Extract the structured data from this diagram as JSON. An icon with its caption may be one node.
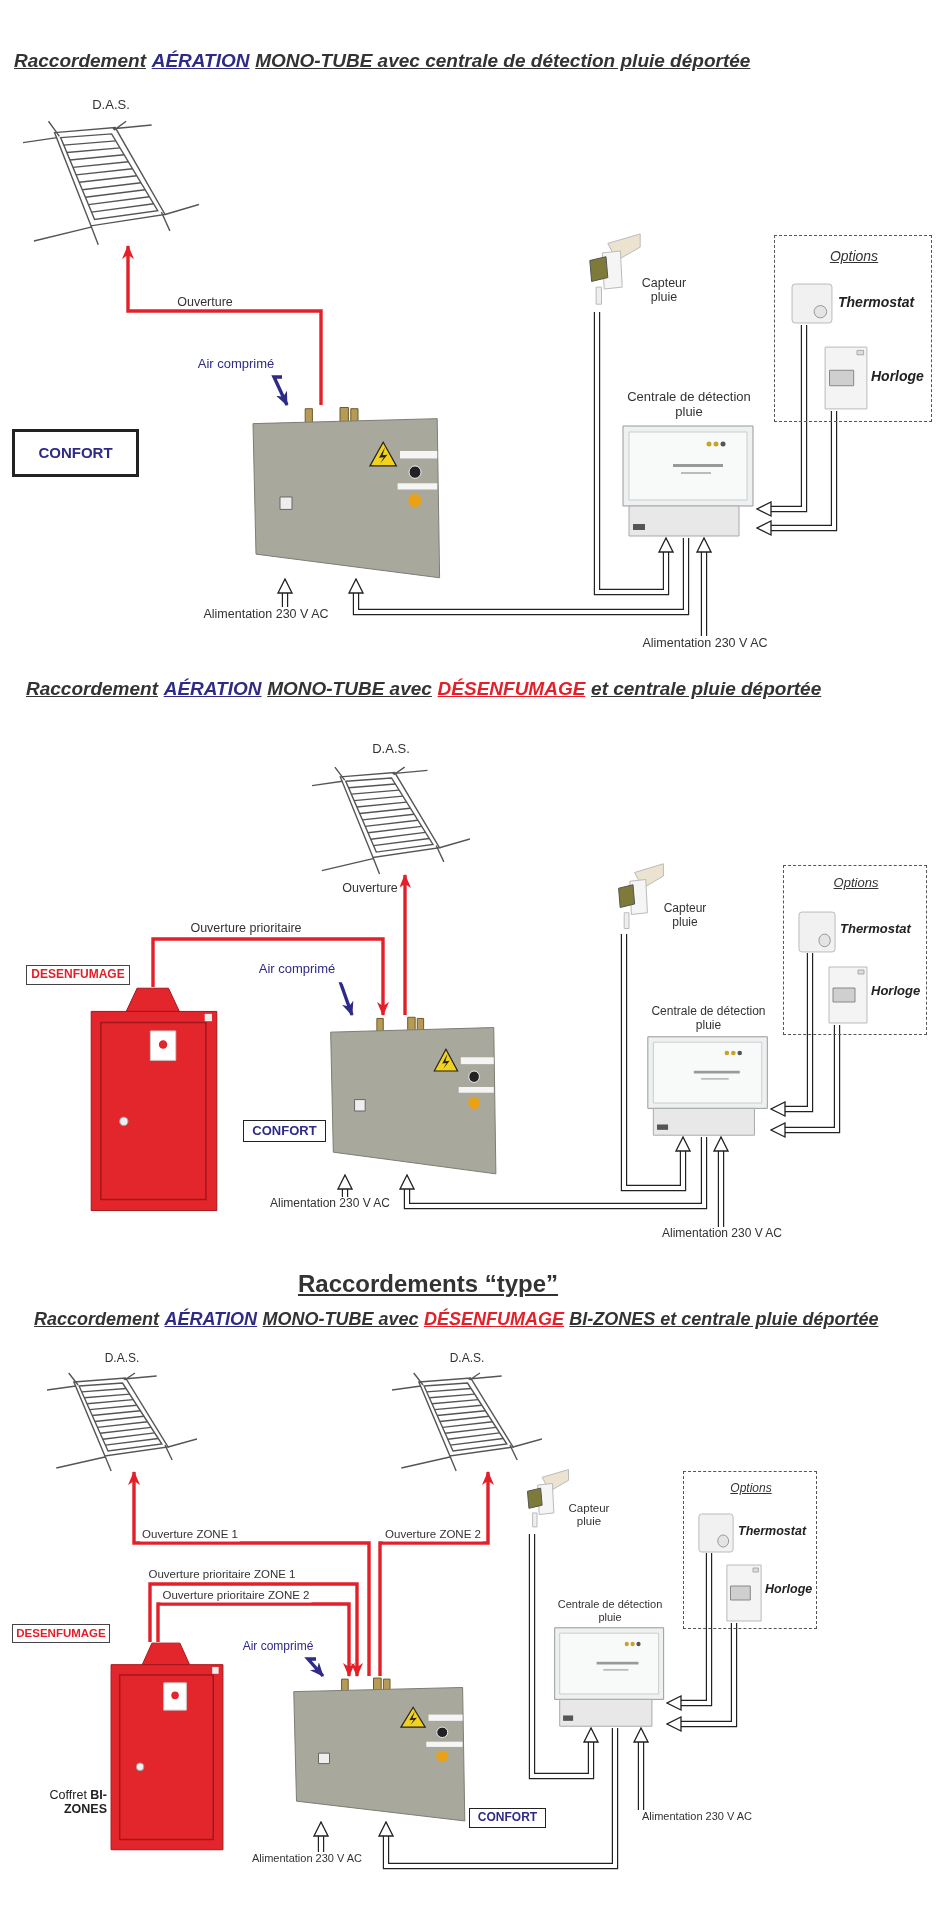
{
  "diagram": {
    "nodes": [
      {
        "text": [
          "D.A.S."
        ]
      },
      {
        "text": [
          "Air comprimé"
        ]
      },
      {
        "text": [],
        "shape": "picture"
      },
      {
        "text": [
          "CONFORT"
        ]
      },
      {
        "text": [
          "Capteur pluie"
        ]
      },
      {
        "text": [
          "Options"
        ]
      },
      {
        "text": [
          "Thermostat"
        ],
        "in": 5
      },
      {
        "text": [
          "Horloge"
        ],
        "in": 5
      },
      {
        "text": [
          "Centrale de détection pluie"
        ]
      },
      {
        "text": [
          "Alimentation 230 V AC"
        ]
      },
      {
        "text": [
          "Alimentation 230 V AC"
        ]
      },
      {
        "text": [
          "D.A.S."
        ]
      },
      {
        "text": [
          "DESENFUMAGE"
        ]
      },
      {
        "text": [],
        "shape": "picture"
      },
      {
        "text": [
          "Air comprimé"
        ]
      },
      {
        "text": [],
        "shape": "picture"
      },
      {
        "text": [
          "CONFORT"
        ]
      },
      {
        "text": [
          "Capteur pluie"
        ]
      },
      {
        "text": [
          "Options"
        ]
      },
      {
        "text": [
          "Thermostat"
        ],
        "in": 18
      },
      {
        "text": [
          "Horloge"
        ],
        "in": 18
      },
      {
        "text": [
          "Centrale de détection pluie"
        ]
      },
      {
        "text": [
          "Alimentation 230 V AC"
        ]
      },
      {
        "text": [
          "Alimentation 230 V AC"
        ]
      },
      {
        "text": [
          "D.A.S."
        ]
      },
      {
        "text": [
          "D.A.S."
        ]
      },
      {
        "text": [
          "DESENFUMAGE"
        ]
      },
      {
        "text": [],
        "shape": "picture",
        "beside": [
          "Coffret **BI-ZONES**"
        ]
      },
      {
        "text": [
          "Air comprimé"
        ]
      },
      {
        "text": [],
        "shape": "picture"
      },
      {
        "text": [
          "CONFORT"
        ]
      },
      {
        "text": [
          "Capteur pluie"
        ]
      },
      {
        "text": [
          "Options"
        ]
      },
      {
        "text": [
          "Thermostat"
        ],
        "in": 32
      },
      {
        "text": [
          "Horloge"
        ],
        "in": 32
      },
      {
        "text": [
          "Centrale de détection pluie"
        ]
      },
      {
        "text": [
          "Alimentation 230 V AC"
        ]
      },
      {
        "text": [
          "Alimentation 230 V AC"
        ]
      }
    ],
    "edges": [
      {
        "from": 2,
        "to": 0,
        "arrow": "to",
        "label": "Ouverture",
        "color": "#e3202a"
      },
      {
        "from": 1,
        "to": 2,
        "arrow": "to",
        "color": "#2e2a85"
      },
      {
        "from": 9,
        "to": 2,
        "arrow": "to"
      },
      {
        "from": 4,
        "to": 8,
        "arrow": "to"
      },
      {
        "from": 8,
        "to": 2,
        "arrow": "to"
      },
      {
        "from": 10,
        "to": 8,
        "arrow": "to"
      },
      {
        "from": 6,
        "to": 8,
        "arrow": "to"
      },
      {
        "from": 7,
        "to": 8,
        "arrow": "to"
      },
      {
        "from": 13,
        "to": 15,
        "arrow": "to",
        "label": "Ouverture prioritaire",
        "color": "#e3202a"
      },
      {
        "from": 15,
        "to": 11,
        "arrow": "to",
        "label": "Ouverture",
        "color": "#e3202a"
      },
      {
        "from": 14,
        "to": 15,
        "arrow": "to",
        "color": "#2e2a85"
      },
      {
        "from": 22,
        "to": 15,
        "arrow": "to"
      },
      {
        "from": 17,
        "to": 21,
        "arrow": "to"
      },
      {
        "from": 21,
        "to": 15,
        "arrow": "to"
      },
      {
        "from": 23,
        "to": 21,
        "arrow": "to"
      },
      {
        "from": 19,
        "to": 21,
        "arrow": "to"
      },
      {
        "from": 20,
        "to": 21,
        "arrow": "to"
      },
      {
        "from": 29,
        "to": 24,
        "arrow": "to",
        "label": "Ouverture ZONE 1",
        "color": "#e3202a"
      },
      {
        "from": 29,
        "to": 25,
        "arrow": "to",
        "label": "Ouverture ZONE 2",
        "color": "#e3202a"
      },
      {
        "from": 27,
        "to": 29,
        "arrow": "to",
        "label": "Ouverture prioritaire ZONE 1",
        "color": "#e3202a"
      },
      {
        "from": 27,
        "to": 29,
        "arrow": "to",
        "label": "Ouverture prioritaire ZONE 2",
        "color": "#e3202a"
      },
      {
        "from": 28,
        "to": 29,
        "arrow": "to",
        "color": "#2e2a85"
      },
      {
        "from": 36,
        "to": 29,
        "arrow": "to"
      },
      {
        "from": 31,
        "to": 35,
        "arrow": "to"
      },
      {
        "from": 35,
        "to": 29,
        "arrow": "to"
      },
      {
        "from": 37,
        "to": 35,
        "arrow": "to"
      },
      {
        "from": 33,
        "to": 35,
        "arrow": "to"
      },
      {
        "from": 34,
        "to": 35,
        "arrow": "to"
      }
    ],
    "labels": [
      "Raccordement",
      "AÉRATION",
      "MONO-TUBE avec centrale de détection pluie déportée",
      "Raccordement",
      "AÉRATION",
      "MONO-TUBE avec",
      "DÉSENFUMAGE",
      "et centrale pluie déportée",
      "Raccordements “type”",
      "Raccordement",
      "AÉRATION",
      "MONO-TUBE avec",
      "DÉSENFUMAGE",
      "BI-ZONES et centrale pluie déportée"
    ]
  }
}
